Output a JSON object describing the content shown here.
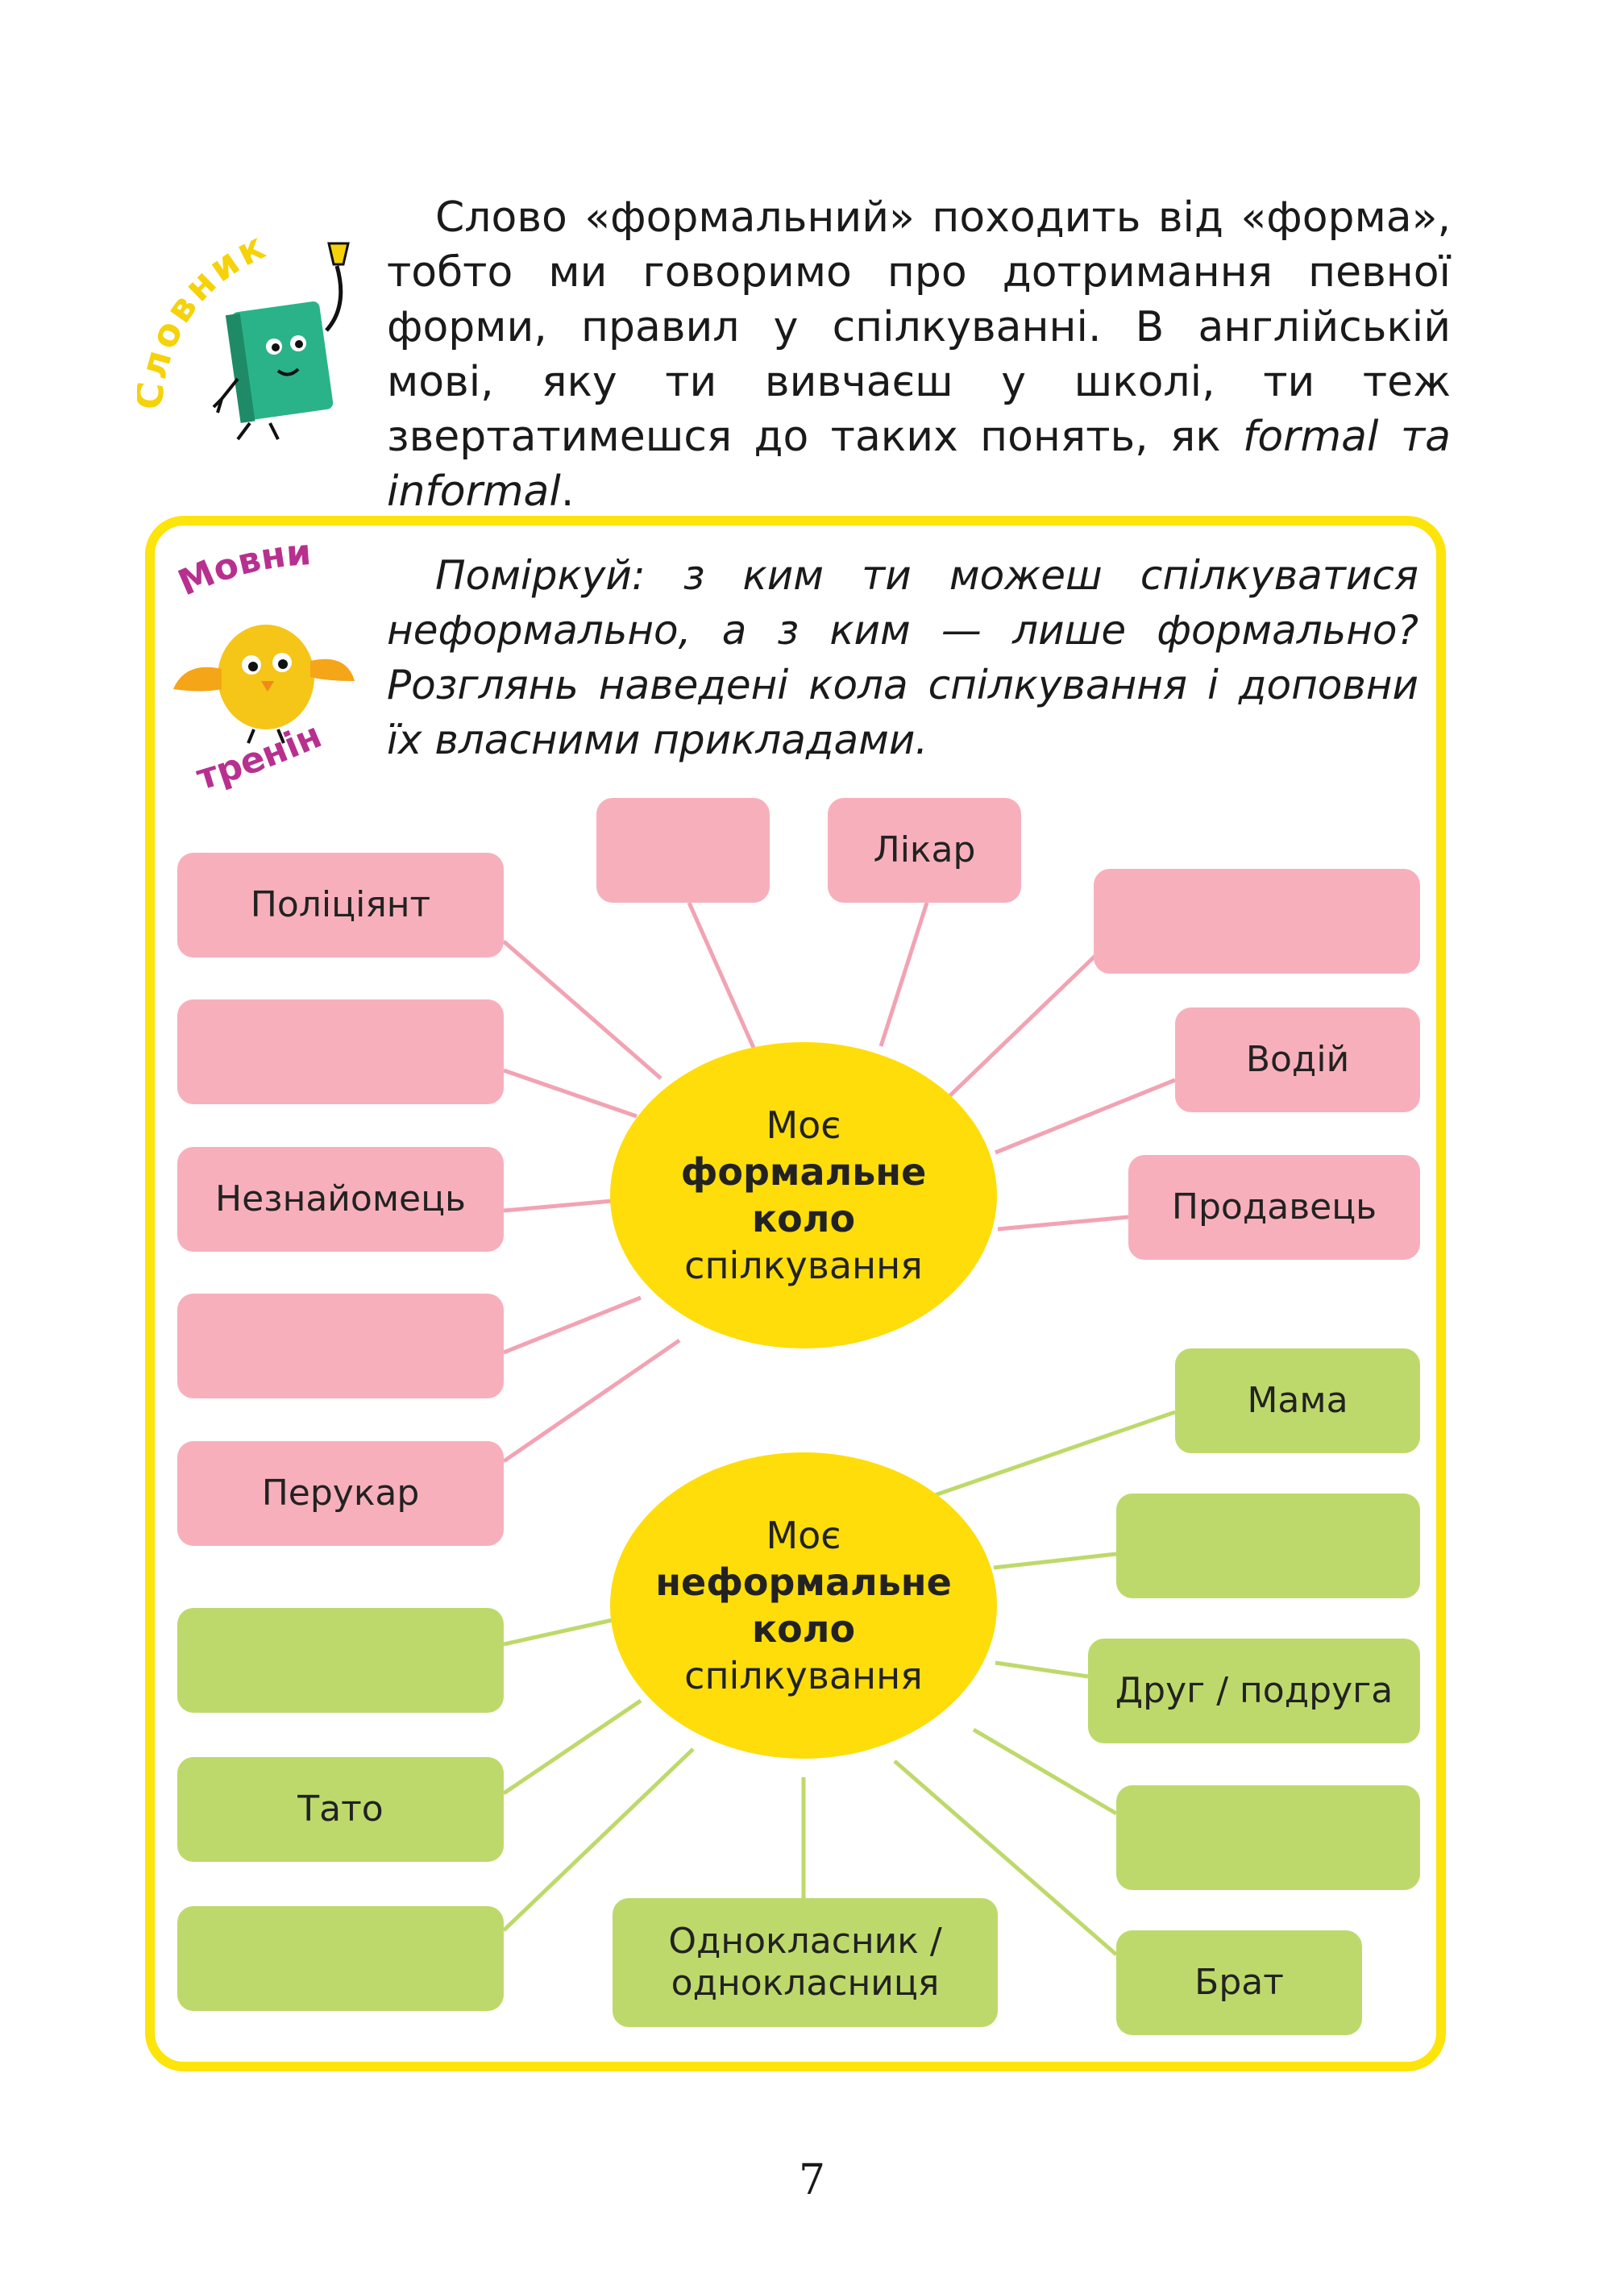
{
  "intro": {
    "badge": "Словник",
    "text_plain": "Слово «формальний» походить від «форма», тобто ми говоримо про дотримання певної форми, правил у спілкуванні. В англійській мові, яку ти вивчаєш у школі, ти теж звертатимешся до таких понять, як ",
    "text_italic": "formal та informal",
    "text_end": "."
  },
  "task": {
    "badge_top": "Мовний",
    "badge_bottom": "тренінг",
    "text": "Поміркуй: з ким ти можеш спілкуватися неформально, а з ким — лише формально? Розглянь наведені кола спілкування і доповни їх власними прикладами."
  },
  "formal": {
    "line1": "Моє",
    "line2": "формальне",
    "line3": "коло",
    "line4": "спілкування",
    "boxes": [
      "Поліціянт",
      "",
      "Незнайомець",
      "",
      "Перукар",
      "",
      "Лікар",
      "",
      "Водій",
      "Продавець"
    ]
  },
  "informal": {
    "line1": "Моє",
    "line2": "неформальне",
    "line3": "коло",
    "line4": "спілкування",
    "boxes": [
      "",
      "Тато",
      "",
      "Однокласник / однокласниця",
      "Мама",
      "",
      "Друг / подруга",
      "",
      "Брат"
    ]
  },
  "page_number": "7",
  "colors": {
    "frame": "#fde40a",
    "pink_box": "#f7b0bb",
    "green_box": "#bed96b",
    "circle": "#fedd0a",
    "pink_line": "#f2a3b3",
    "green_line": "#bed96b",
    "badge_yellow": "#f5d20a",
    "badge_magenta": "#b8308f"
  },
  "icons": [
    "book-mascot-icon",
    "bird-mascot-icon"
  ]
}
